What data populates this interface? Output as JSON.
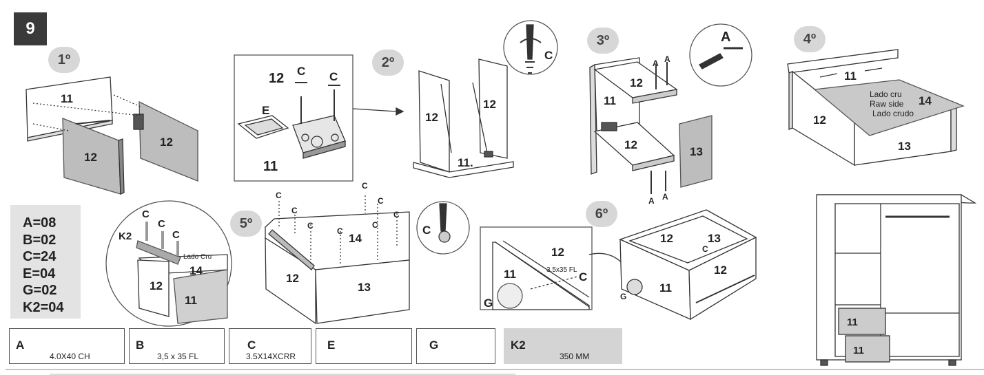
{
  "page_number": "9",
  "steps": {
    "s1": "1º",
    "s2": "2º",
    "s3": "3º",
    "s4": "4º",
    "s5": "5º",
    "s6": "6º"
  },
  "step1": {
    "p11": "11",
    "p12a": "12",
    "p12b": "12"
  },
  "step2": {
    "detail_12": "12",
    "detail_c1": "C",
    "detail_c2": "C",
    "detail_e": "E",
    "detail_11": "11",
    "zoom_c": "C",
    "left_12": "12",
    "right_12": "12",
    "bottom_11": "11."
  },
  "step3": {
    "zoom_a": "A",
    "top_12": "12",
    "side_11": "11",
    "bottom_12": "12",
    "back_13": "13",
    "a_top1": "A",
    "a_top2": "A",
    "a_bot1": "A",
    "a_bot2": "A"
  },
  "step4": {
    "back_11": "11",
    "side_12": "12",
    "front_13": "13",
    "panel_14": "14",
    "raw_side": [
      "Lado cru",
      "Raw side",
      "Lado crudo"
    ]
  },
  "quantities": [
    "A=08",
    "B=02",
    "C=24",
    "E=04",
    "G=02",
    "K2=04"
  ],
  "k2_detail": {
    "k2": "K2",
    "c1": "C",
    "c2": "C",
    "c3": "C",
    "lado_cru": "Lado Cru",
    "p14": "14",
    "p12": "12",
    "p11": "11"
  },
  "step5": {
    "c_labels": [
      "C",
      "C",
      "C",
      "C",
      "C",
      "C",
      "C",
      "C"
    ],
    "p14": "14",
    "p12": "12",
    "p13": "13",
    "zoom_c": "C"
  },
  "step6": {
    "d12": "12",
    "d11": "11",
    "g": "G",
    "screw": "3,5x35 FL",
    "c": "C",
    "b12a": "12",
    "b13": "13",
    "b12b": "12",
    "b11": "11",
    "bg": "G",
    "bc": "C"
  },
  "wardrobe": {
    "drawer1": "11",
    "drawer2": "11"
  },
  "parts": [
    {
      "code": "A",
      "spec": "4.0X40 CH"
    },
    {
      "code": "B",
      "spec": "3,5 x 35 FL"
    },
    {
      "code": "C",
      "spec": "3.5X14XCRR"
    },
    {
      "code": "E",
      "spec": ""
    },
    {
      "code": "G",
      "spec": ""
    },
    {
      "code": "K2",
      "spec": "350 MM"
    }
  ]
}
